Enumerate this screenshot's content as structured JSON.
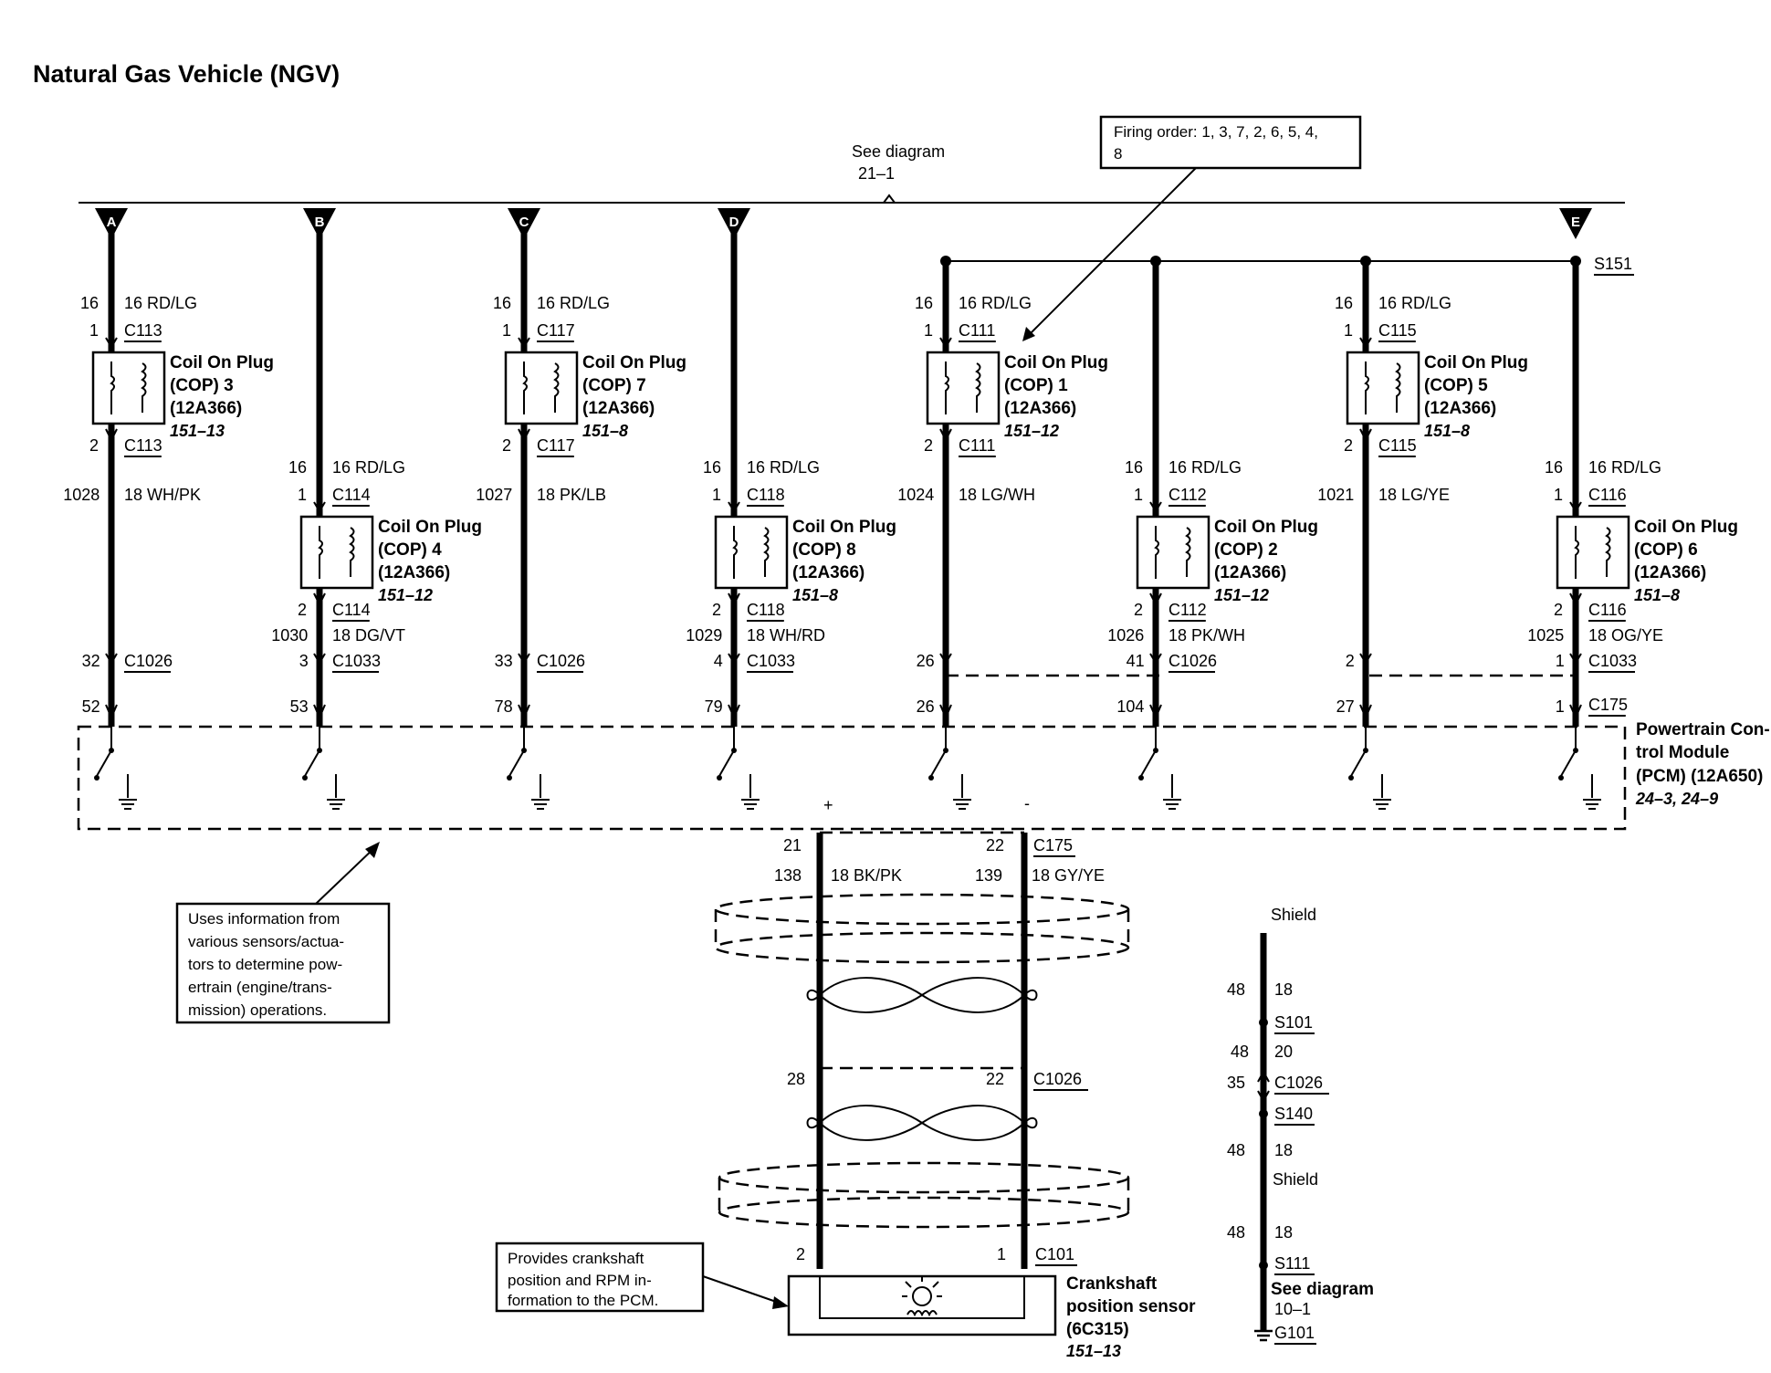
{
  "title": "Natural Gas Vehicle (NGV)",
  "top_ref": {
    "line1": "See diagram",
    "line2": "21–1"
  },
  "firing_order": {
    "line1": "Firing order: 1, 3, 7, 2, 6, 5, 4,",
    "line2": "8"
  },
  "columns": [
    {
      "letter": "A",
      "top_pin": "16",
      "top_wire": "16 RD/LG",
      "pin_in": "1",
      "conn": "C113",
      "coil": [
        "Coil On Plug",
        "(COP) 3",
        "(12A366)"
      ],
      "ref": "151–13",
      "pin_out": "2",
      "conn_out": "C113",
      "circuit": "1028",
      "wire": "18 WH/PK",
      "mid_pin": "32",
      "mid_conn": "C1026",
      "pcm_pin": "52"
    },
    {
      "letter": "B",
      "top_pin": "16",
      "top_wire": "16 RD/LG",
      "pin_in": "1",
      "conn": "C114",
      "coil": [
        "Coil On Plug",
        "(COP) 4",
        "(12A366)"
      ],
      "ref": "151–12",
      "pin_out": "2",
      "conn_out": "C114",
      "circuit": "1030",
      "wire": "18 DG/VT",
      "mid_pin": "3",
      "mid_conn": "C1033",
      "pcm_pin": "53"
    },
    {
      "letter": "C",
      "top_pin": "16",
      "top_wire": "16 RD/LG",
      "pin_in": "1",
      "conn": "C117",
      "coil": [
        "Coil On Plug",
        "(COP) 7",
        "(12A366)"
      ],
      "ref": "151–8",
      "pin_out": "2",
      "conn_out": "C117",
      "circuit": "1027",
      "wire": "18 PK/LB",
      "mid_pin": "33",
      "mid_conn": "C1026",
      "pcm_pin": "78"
    },
    {
      "letter": "D",
      "top_pin": "16",
      "top_wire": "16 RD/LG",
      "pin_in": "1",
      "conn": "C118",
      "coil": [
        "Coil On Plug",
        "(COP) 8",
        "(12A366)"
      ],
      "ref": "151–8",
      "pin_out": "2",
      "conn_out": "C118",
      "circuit": "1029",
      "wire": "18 WH/RD",
      "mid_pin": "4",
      "mid_conn": "C1033",
      "pcm_pin": "79"
    },
    {
      "letter": "",
      "top_pin": "16",
      "top_wire": "16 RD/LG",
      "pin_in": "1",
      "conn": "C111",
      "coil": [
        "Coil On Plug",
        "(COP) 1",
        "(12A366)"
      ],
      "ref": "151–12",
      "pin_out": "2",
      "conn_out": "C111",
      "circuit": "1024",
      "wire": "18 LG/WH",
      "mid_pin": "26",
      "mid_conn": "",
      "pcm_pin": "26"
    },
    {
      "letter": "",
      "top_pin": "16",
      "top_wire": "16 RD/LG",
      "pin_in": "1",
      "conn": "C112",
      "coil": [
        "Coil On Plug",
        "(COP) 2",
        "(12A366)"
      ],
      "ref": "151–12",
      "pin_out": "2",
      "conn_out": "C112",
      "circuit": "1026",
      "wire": "18 PK/WH",
      "mid_pin": "41",
      "mid_conn": "C1026",
      "pcm_pin": "104"
    },
    {
      "letter": "",
      "top_pin": "16",
      "top_wire": "16 RD/LG",
      "pin_in": "1",
      "conn": "C115",
      "coil": [
        "Coil On Plug",
        "(COP) 5",
        "(12A366)"
      ],
      "ref": "151–8",
      "pin_out": "2",
      "conn_out": "C115",
      "circuit": "1021",
      "wire": "18 LG/YE",
      "mid_pin": "2",
      "mid_conn": "",
      "pcm_pin": "27"
    },
    {
      "letter": "E",
      "top_pin": "16",
      "top_wire": "16 RD/LG",
      "pin_in": "1",
      "conn": "C116",
      "coil": [
        "Coil On Plug",
        "(COP) 6",
        "(12A366)"
      ],
      "ref": "151–8",
      "pin_out": "2",
      "conn_out": "C116",
      "circuit": "1025",
      "wire": "18 OG/YE",
      "mid_pin": "1",
      "mid_conn": "C1033",
      "pcm_pin": "1"
    }
  ],
  "splice_s151": "S151",
  "pcm_conn": "C175",
  "pcm": {
    "lines": [
      "Powertrain Con-",
      "trol Module",
      "(PCM) (12A650)"
    ],
    "ref": "24–3, 24–9"
  },
  "pcm_note": [
    "Uses information from",
    "various sensors/actuators",
    "tors to determine pow-",
    "ertrain (engine/trans-",
    "mission) operations."
  ],
  "pcm_note_fixed": [
    "Uses information from",
    "various sensors/actua-",
    "tors to determine pow-",
    "ertrain (engine/trans-",
    "mission) operations."
  ],
  "plus": "+",
  "minus": "-",
  "ckp": {
    "left_pin_top": "21",
    "right_pin_top": "22",
    "top_conn": "C175",
    "left_circuit": "138",
    "left_wire": "18 BK/PK",
    "right_circuit": "139",
    "right_wire": "18 GY/YE",
    "shield_label": "Shield",
    "mid_left_pin": "28",
    "mid_right_pin": "22",
    "mid_conn": "C1026",
    "bottom_left_pin": "2",
    "bottom_right_pin": "1",
    "bottom_conn": "C101",
    "sensor": [
      "Crankshaft",
      "position sensor",
      "(6C315)"
    ],
    "sensor_ref": "151–13",
    "note": [
      "Provides crankshaft",
      "position and RPM in-",
      "formation to the PCM."
    ]
  },
  "shield_drain": {
    "p1": "48",
    "w1": "18",
    "s1": "S101",
    "p2": "48",
    "w2": "20",
    "p3": "35",
    "c3": "C1026",
    "s2": "S140",
    "p4": "48",
    "w4": "18",
    "shield_label": "Shield",
    "p5": "48",
    "w5": "18",
    "s3": "S111",
    "see": "See diagram",
    "see_ref": "10–1",
    "ground": "G101"
  }
}
